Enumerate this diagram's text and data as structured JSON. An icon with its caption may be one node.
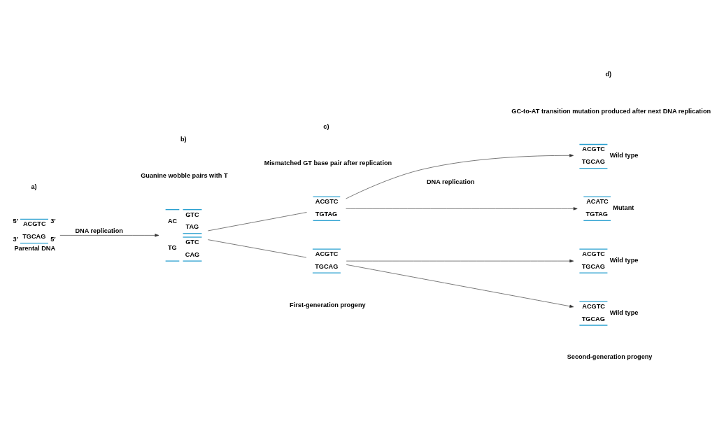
{
  "diagram": {
    "nodes": [
      {
        "text": [
          "5′",
          "3′",
          "ACGTC",
          "TGCAG",
          "3′",
          "5′",
          "Parental DNA"
        ]
      },
      {
        "text": [
          "AC",
          "TG",
          "GTC",
          "TAG",
          "GTC",
          "CAG"
        ]
      },
      {
        "text": [
          "ACGTC",
          "TGTAG"
        ]
      },
      {
        "text": [
          "ACGTC",
          "TGCAG"
        ]
      },
      {
        "text": [
          "ACGTC",
          "TGCAG",
          "Wild type"
        ]
      },
      {
        "text": [
          "ACATC",
          "TGTAG",
          "Mutant"
        ]
      },
      {
        "text": [
          "ACGTC",
          "TGCAG",
          "Wild type"
        ]
      },
      {
        "text": [
          "ACGTC",
          "TGCAG",
          "Wild type"
        ]
      }
    ],
    "edges": [
      {
        "from": 0,
        "to": 1,
        "arrow": "to",
        "label": "DNA replication"
      },
      {
        "from": 1,
        "to": 2,
        "arrow": "none"
      },
      {
        "from": 1,
        "to": 3,
        "arrow": "none"
      },
      {
        "from": 2,
        "to": 4,
        "arrow": "to"
      },
      {
        "from": 2,
        "to": 5,
        "arrow": "to"
      },
      {
        "from": 3,
        "to": 6,
        "arrow": "to"
      },
      {
        "from": 3,
        "to": 7,
        "arrow": "to"
      }
    ],
    "labels": [
      "a)",
      "b)",
      "Guanine wobble pairs with T",
      "c)",
      "Mismatched GT base pair after replication",
      "d)",
      "GC-to-AT transition mutation produced after next DNA replication",
      "DNA replication",
      "First-generation progeny",
      "Second-generation progeny"
    ]
  }
}
